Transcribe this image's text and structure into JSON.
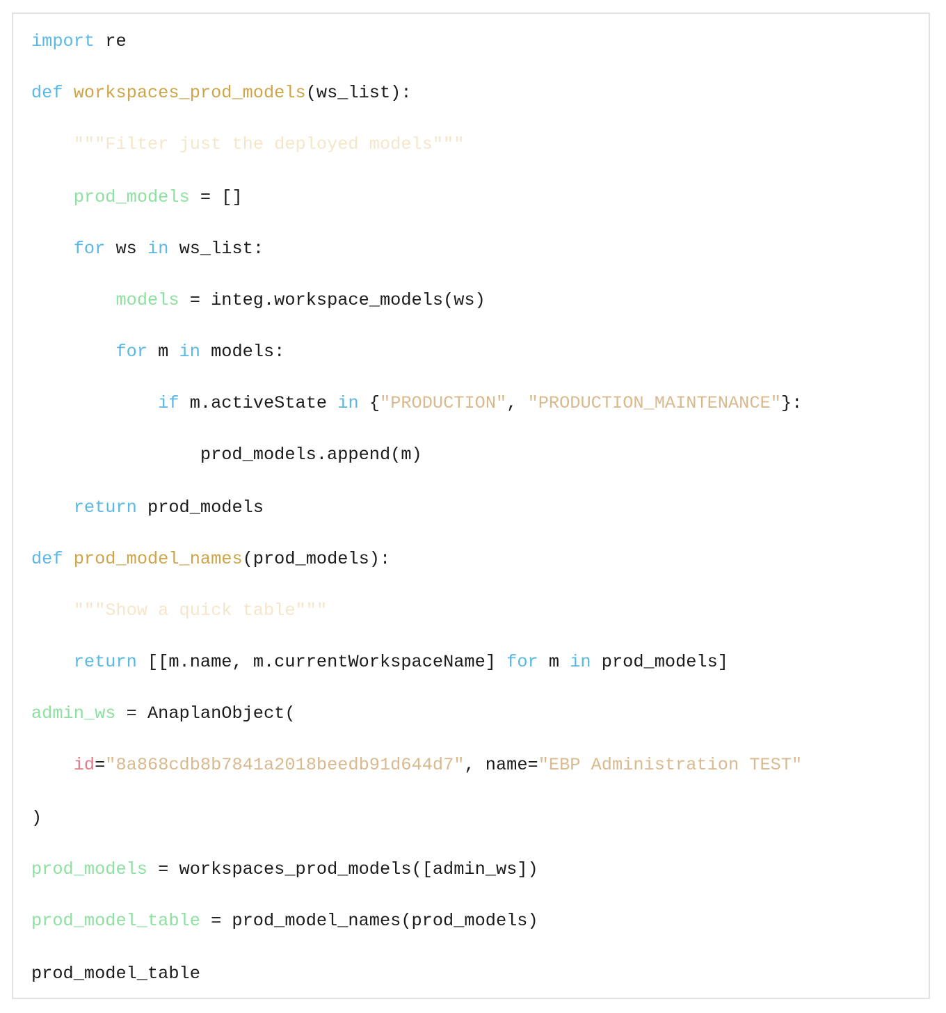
{
  "code": {
    "lines": [
      [
        {
          "t": "import",
          "k": "kw"
        },
        {
          "t": " re",
          "k": "plain"
        }
      ],
      [
        {
          "t": "def",
          "k": "kw"
        },
        {
          "t": " ",
          "k": "plain"
        },
        {
          "t": "workspaces_prod_models",
          "k": "fn"
        },
        {
          "t": "(ws_list):",
          "k": "plain"
        }
      ],
      [
        {
          "t": "    ",
          "k": "plain"
        },
        {
          "t": "\"\"\"Filter just the deployed models\"\"\"",
          "k": "doc"
        }
      ],
      [
        {
          "t": "    ",
          "k": "plain"
        },
        {
          "t": "prod_models",
          "k": "var"
        },
        {
          "t": " = []",
          "k": "plain"
        }
      ],
      [
        {
          "t": "    ",
          "k": "plain"
        },
        {
          "t": "for",
          "k": "kw"
        },
        {
          "t": " ws ",
          "k": "plain"
        },
        {
          "t": "in",
          "k": "kw"
        },
        {
          "t": " ws_list:",
          "k": "plain"
        }
      ],
      [
        {
          "t": "        ",
          "k": "plain"
        },
        {
          "t": "models",
          "k": "var"
        },
        {
          "t": " = integ.workspace_models(ws)",
          "k": "plain"
        }
      ],
      [
        {
          "t": "        ",
          "k": "plain"
        },
        {
          "t": "for",
          "k": "kw"
        },
        {
          "t": " m ",
          "k": "plain"
        },
        {
          "t": "in",
          "k": "kw"
        },
        {
          "t": " models:",
          "k": "plain"
        }
      ],
      [
        {
          "t": "            ",
          "k": "plain"
        },
        {
          "t": "if",
          "k": "kw"
        },
        {
          "t": " m.activeState ",
          "k": "plain"
        },
        {
          "t": "in",
          "k": "kw"
        },
        {
          "t": " {",
          "k": "plain"
        },
        {
          "t": "\"PRODUCTION\"",
          "k": "str"
        },
        {
          "t": ", ",
          "k": "plain"
        },
        {
          "t": "\"PRODUCTION_MAINTENANCE\"",
          "k": "str"
        },
        {
          "t": "}:",
          "k": "plain"
        }
      ],
      [
        {
          "t": "                ",
          "k": "plain"
        },
        {
          "t": "prod_models.append(m)",
          "k": "plain"
        }
      ],
      [
        {
          "t": "    ",
          "k": "plain"
        },
        {
          "t": "return",
          "k": "kw"
        },
        {
          "t": " prod_models",
          "k": "plain"
        }
      ],
      [
        {
          "t": "def",
          "k": "kw"
        },
        {
          "t": " ",
          "k": "plain"
        },
        {
          "t": "prod_model_names",
          "k": "fn"
        },
        {
          "t": "(prod_models):",
          "k": "plain"
        }
      ],
      [
        {
          "t": "    ",
          "k": "plain"
        },
        {
          "t": "\"\"\"Show a quick table\"\"\"",
          "k": "doc"
        }
      ],
      [
        {
          "t": "    ",
          "k": "plain"
        },
        {
          "t": "return",
          "k": "kw"
        },
        {
          "t": " [[m.name, m.currentWorkspaceName] ",
          "k": "plain"
        },
        {
          "t": "for",
          "k": "kw"
        },
        {
          "t": " m ",
          "k": "plain"
        },
        {
          "t": "in",
          "k": "kw"
        },
        {
          "t": " prod_models]",
          "k": "plain"
        }
      ],
      [
        {
          "t": "admin_ws",
          "k": "var"
        },
        {
          "t": " = AnaplanObject(",
          "k": "plain"
        }
      ],
      [
        {
          "t": "    ",
          "k": "plain"
        },
        {
          "t": "id",
          "k": "param"
        },
        {
          "t": "=",
          "k": "plain"
        },
        {
          "t": "\"8a868cdb8b7841a2018beedb91d644d7\"",
          "k": "str"
        },
        {
          "t": ", name=",
          "k": "plain"
        },
        {
          "t": "\"EBP Administration TEST\"",
          "k": "str"
        }
      ],
      [
        {
          "t": ")",
          "k": "plain"
        }
      ],
      [
        {
          "t": "prod_models",
          "k": "var"
        },
        {
          "t": " = workspaces_prod_models([admin_ws])",
          "k": "plain"
        }
      ],
      [
        {
          "t": "prod_model_table",
          "k": "var"
        },
        {
          "t": " = prod_model_names(prod_models)",
          "k": "plain"
        }
      ],
      [
        {
          "t": "prod_model_table",
          "k": "plain"
        }
      ]
    ]
  }
}
